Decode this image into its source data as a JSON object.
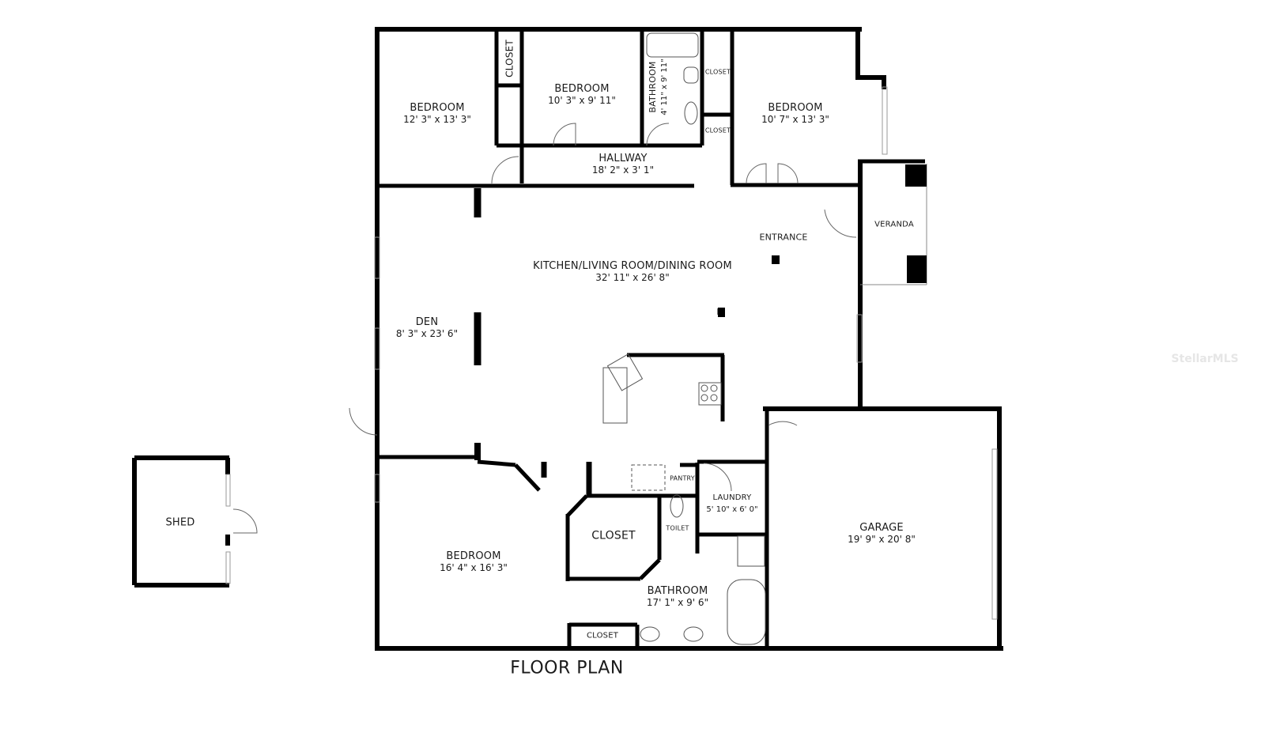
{
  "title": "FLOOR PLAN",
  "watermark": "StellarMLS",
  "rooms": {
    "bedroom_nw": {
      "name": "BEDROOM",
      "dims": "12' 3\" x 13' 3\""
    },
    "closet_nw": {
      "name": "CLOSET"
    },
    "bedroom_n": {
      "name": "BEDROOM",
      "dims": "10' 3\" x 9' 11\""
    },
    "bathroom_n": {
      "name": "BATHROOM",
      "dims": "4' 11\" x 9' 11\""
    },
    "closet_ne1": {
      "name": "CLOSET"
    },
    "closet_ne2": {
      "name": "CLOSET"
    },
    "bedroom_ne": {
      "name": "BEDROOM",
      "dims": "10' 7\" x 13' 3\""
    },
    "hallway": {
      "name": "HALLWAY",
      "dims": "18' 2\" x 3' 1\""
    },
    "entrance": {
      "name": "ENTRANCE"
    },
    "veranda": {
      "name": "VERANDA"
    },
    "kitchen_living_dining": {
      "name": "KITCHEN/LIVING ROOM/DINING ROOM",
      "dims": "32' 11\" x 26' 8\""
    },
    "den": {
      "name": "DEN",
      "dims": "8' 3\" x 23' 6\""
    },
    "pantry": {
      "name": "PANTRY"
    },
    "laundry": {
      "name": "LAUNDRY",
      "dims": "5' 10\" x 6' 0\""
    },
    "toilet": {
      "name": "TOILET"
    },
    "closet_walkin": {
      "name": "CLOSET"
    },
    "bedroom_sw": {
      "name": "BEDROOM",
      "dims": "16' 4\" x 16' 3\""
    },
    "bathroom_master": {
      "name": "BATHROOM",
      "dims": "17' 1\" x 9' 6\""
    },
    "closet_s": {
      "name": "CLOSET"
    },
    "garage": {
      "name": "GARAGE",
      "dims": "19' 9\" x 20' 8\""
    },
    "shed": {
      "name": "SHED"
    }
  },
  "colors": {
    "wall": "#000000",
    "fixture": "#555555",
    "background": "#ffffff"
  }
}
